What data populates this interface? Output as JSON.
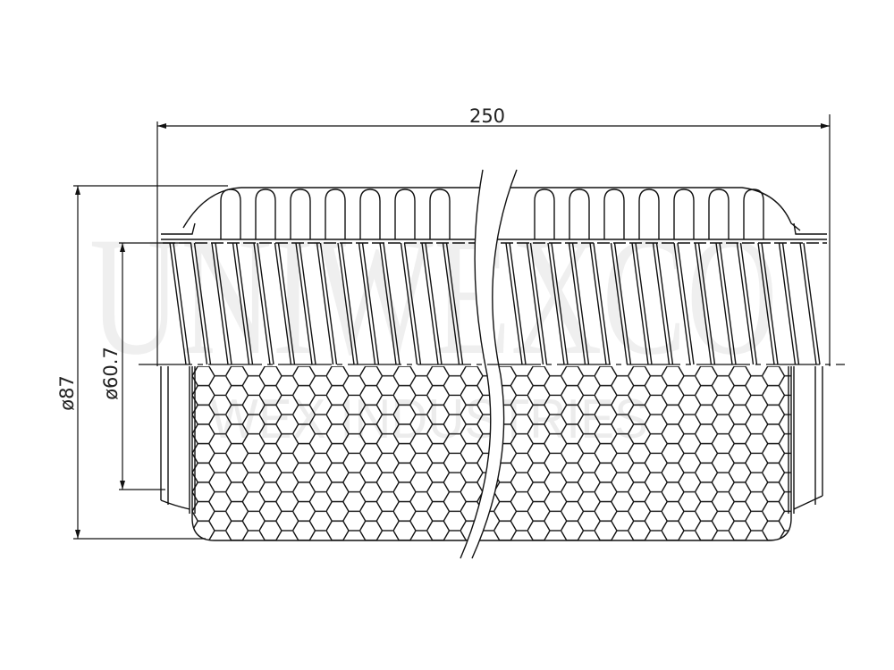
{
  "drawing": {
    "dimensions": {
      "length": "250",
      "outer_diameter": "ø87",
      "inner_diameter": "ø60.7"
    },
    "watermark": {
      "logo": "UNIWEXCO",
      "tagline": "WEX INDUSTRIES"
    },
    "line_color": "#111111"
  }
}
